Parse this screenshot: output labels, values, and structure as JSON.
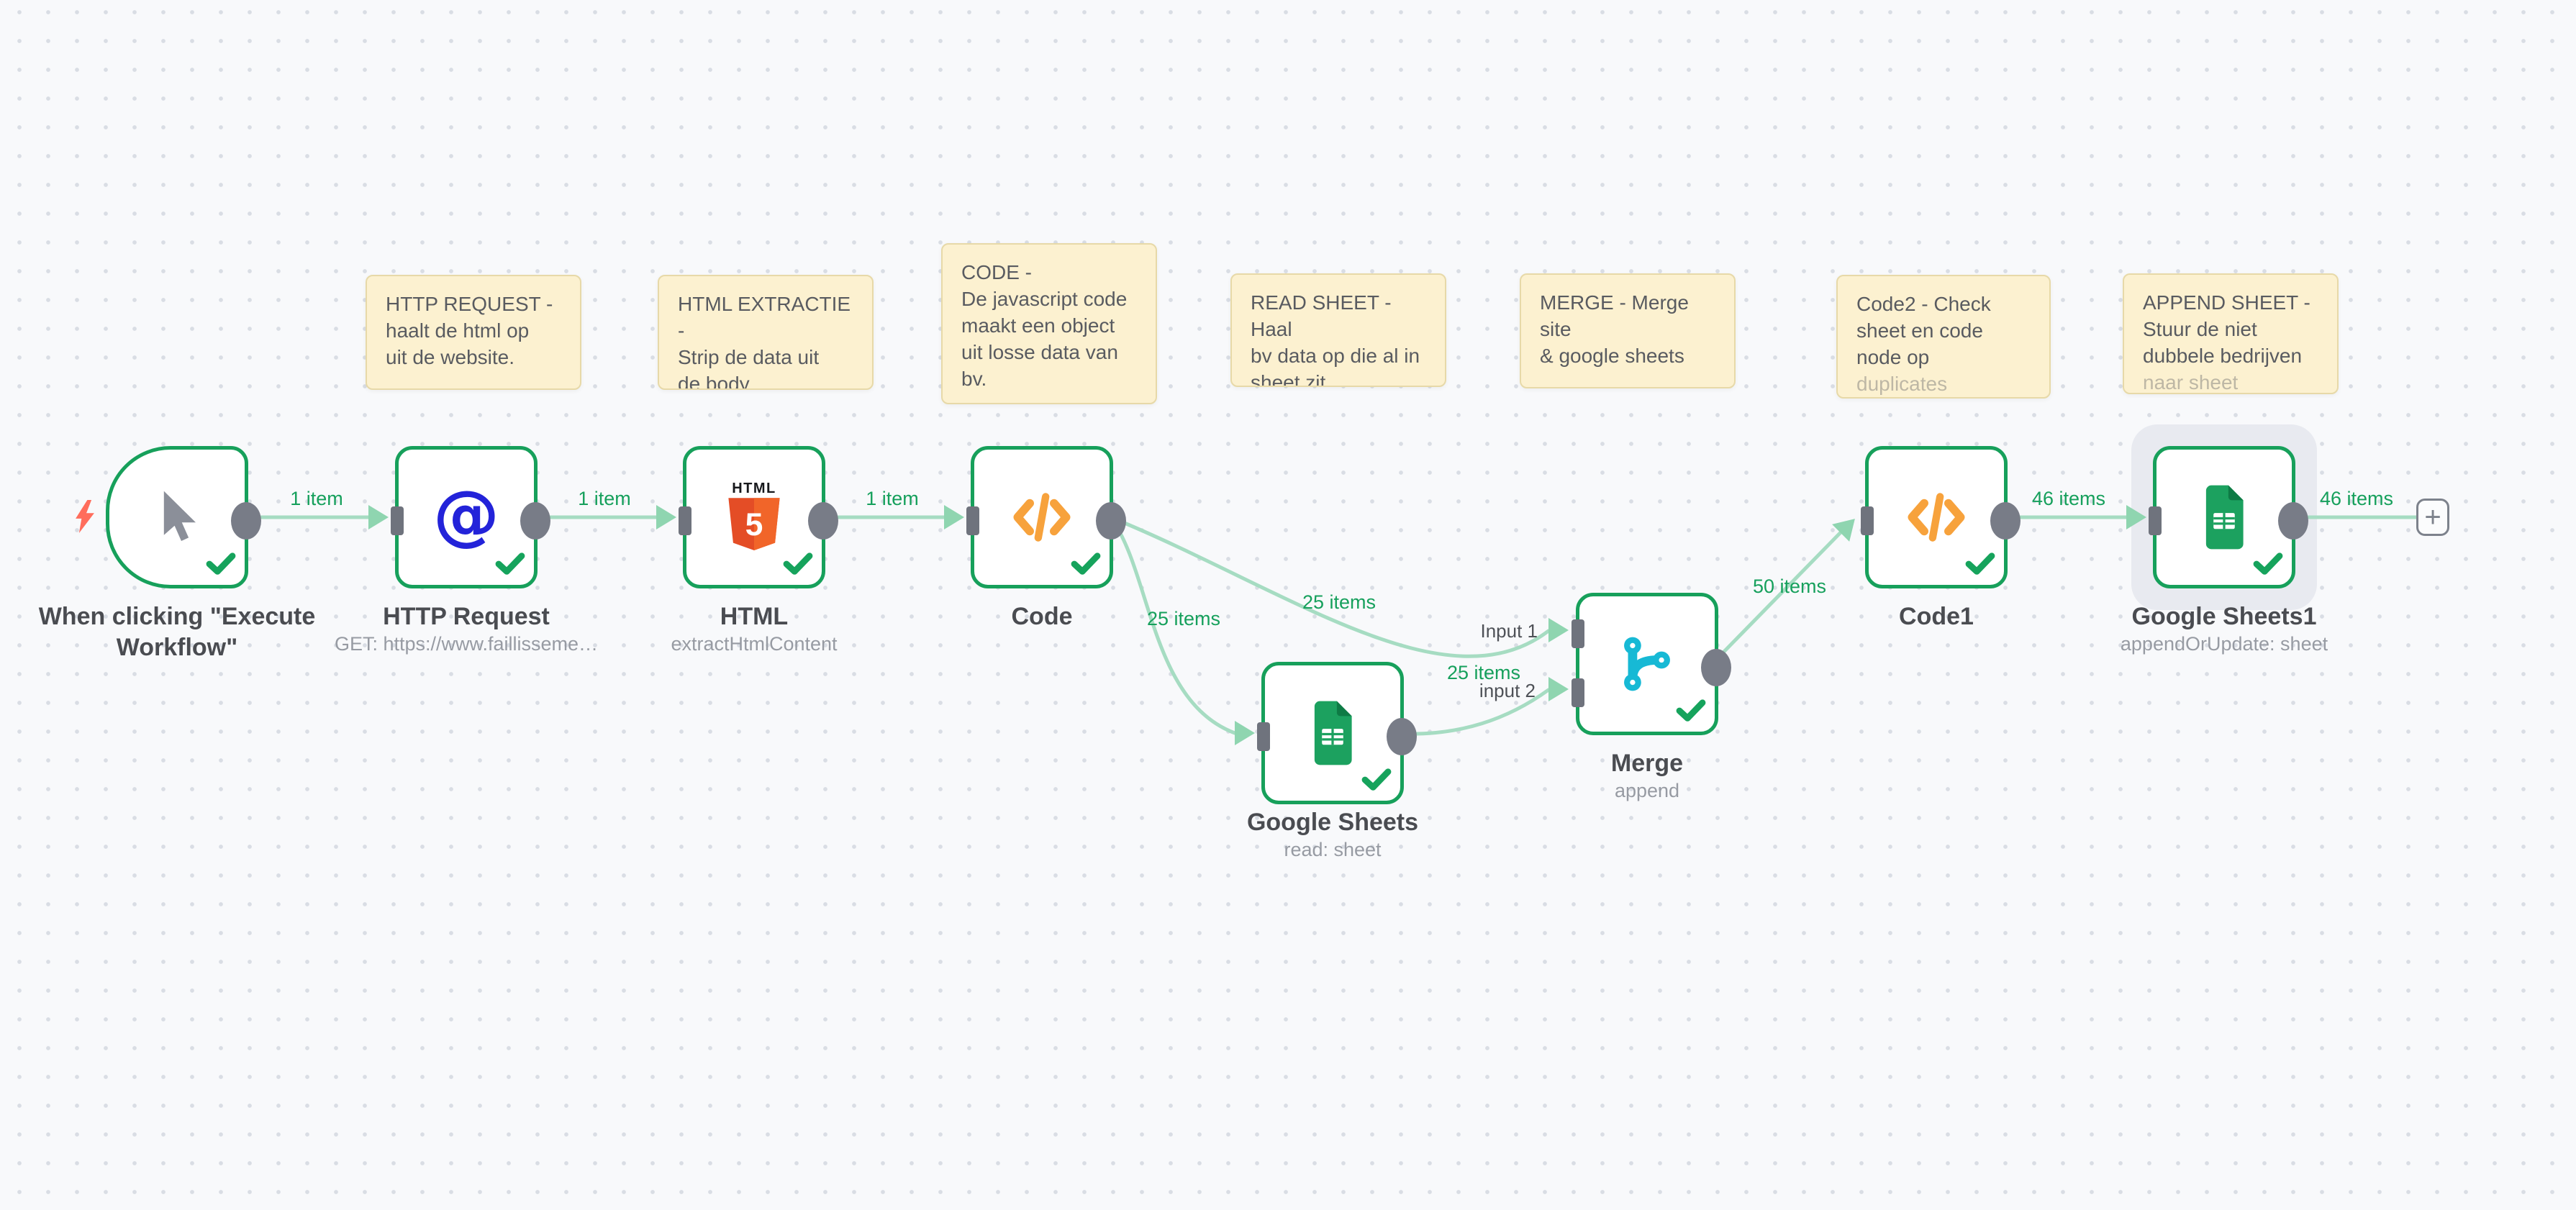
{
  "colors": {
    "canvas_bg": "#f8f9fb",
    "grid_dot": "#d9dde4",
    "node_border_green": "#17a05b",
    "edge_green": "#a6dcc2",
    "edge_label_green": "#16a05c",
    "output_connector_gray": "#787c87",
    "input_connector_gray": "#6f737d",
    "node_title_gray": "#4a4c51",
    "node_subtitle_gray": "#979ba3",
    "sticky_bg": "#fcf1d0",
    "sticky_border": "#e7d9a8",
    "sticky_text": "#595b60",
    "check_green": "#16a35c",
    "trigger_bolt_red": "#ff6d5c",
    "http_icon_blue": "#2323d9",
    "code_icon_orange": "#f7a23c",
    "html5_icon_orange": "#e44d26",
    "sheets_icon_green": "#1ca15f",
    "merge_icon_cyan": "#17b9d5",
    "selection_halo": "#e8eaf0"
  },
  "sticky_notes": [
    {
      "text": "HTTP REQUEST -\nhaalt de html op\nuit de website."
    },
    {
      "text": "HTML EXTRACTIE -\nStrip de data uit\nde body"
    },
    {
      "text": "CODE -\nDe javascript code\nmaakt een object\nuit losse data van\nbv."
    },
    {
      "text": "READ SHEET - Haal\nbv data op die al in\nsheet zit"
    },
    {
      "text": "MERGE - Merge site\n& google sheets"
    },
    {
      "text": "Code2 - Check\nsheet en code\nnode op",
      "faded_text": "duplicates"
    },
    {
      "text": "APPEND SHEET -\nStuur de niet\ndubbele bedrijven",
      "faded_text": "naar sheet"
    }
  ],
  "nodes": [
    {
      "title": "When clicking \"Execute Workflow\"",
      "subtitle": "",
      "icon": "mouse-pointer"
    },
    {
      "title": "HTTP Request",
      "subtitle": "GET: https://www.faillisseme…",
      "icon": "at-sign"
    },
    {
      "title": "HTML",
      "subtitle": "extractHtmlContent",
      "icon": "html5"
    },
    {
      "title": "Code",
      "subtitle": "",
      "icon": "code-brackets"
    },
    {
      "title": "Google Sheets",
      "subtitle": "read: sheet",
      "icon": "google-sheets"
    },
    {
      "title": "Merge",
      "subtitle": "append",
      "icon": "git-merge"
    },
    {
      "title": "Code1",
      "subtitle": "",
      "icon": "code-brackets"
    },
    {
      "title": "Google Sheets1",
      "subtitle": "appendOrUpdate: sheet",
      "icon": "google-sheets"
    }
  ],
  "edge_labels": [
    "1 item",
    "1 item",
    "1 item",
    "25 items",
    "25 items",
    "25 items",
    "50 items",
    "46 items",
    "46 items"
  ],
  "merge_input_labels": {
    "input1": "Input 1",
    "input2": "input 2"
  },
  "icons": {
    "at_sign": "@",
    "plus": "+"
  }
}
